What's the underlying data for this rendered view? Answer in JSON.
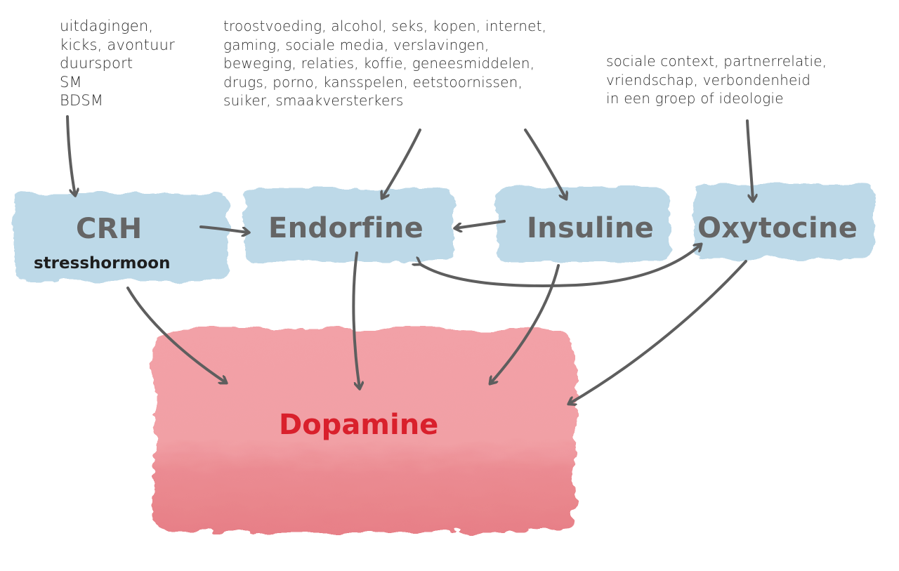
{
  "notes": {
    "challenges": [
      "uitdagingen,",
      "kicks, avontuur",
      "duursport",
      "SM",
      "BDSM"
    ],
    "rewards": [
      "troostvoeding, alcohol, seks, kopen, internet,",
      "gaming, sociale media, verslavingen,",
      "beweging, relaties, koffie, geneesmiddelen,",
      "drugs, porno, kansspelen, eetstoornissen,",
      "suiker, smaakversterkers"
    ],
    "social": [
      "sociale context, partnerrelatie,",
      "vriendschap, verbondenheid",
      "in een groep of ideologie"
    ]
  },
  "hormones": {
    "crh": {
      "label": "CRH",
      "sublabel": "stresshormoon"
    },
    "endorfine": {
      "label": "Endorfine"
    },
    "insuline": {
      "label": "Insuline"
    },
    "oxytocine": {
      "label": "Oxytocine"
    },
    "dopamine": {
      "label": "Dopamine"
    }
  },
  "colors": {
    "blue_wash": "#b9d6e6",
    "red_wash": "#ee8f95",
    "arrow": "#5e5e5e",
    "dopamine_text": "#d9202c",
    "hormone_text": "#656565"
  }
}
